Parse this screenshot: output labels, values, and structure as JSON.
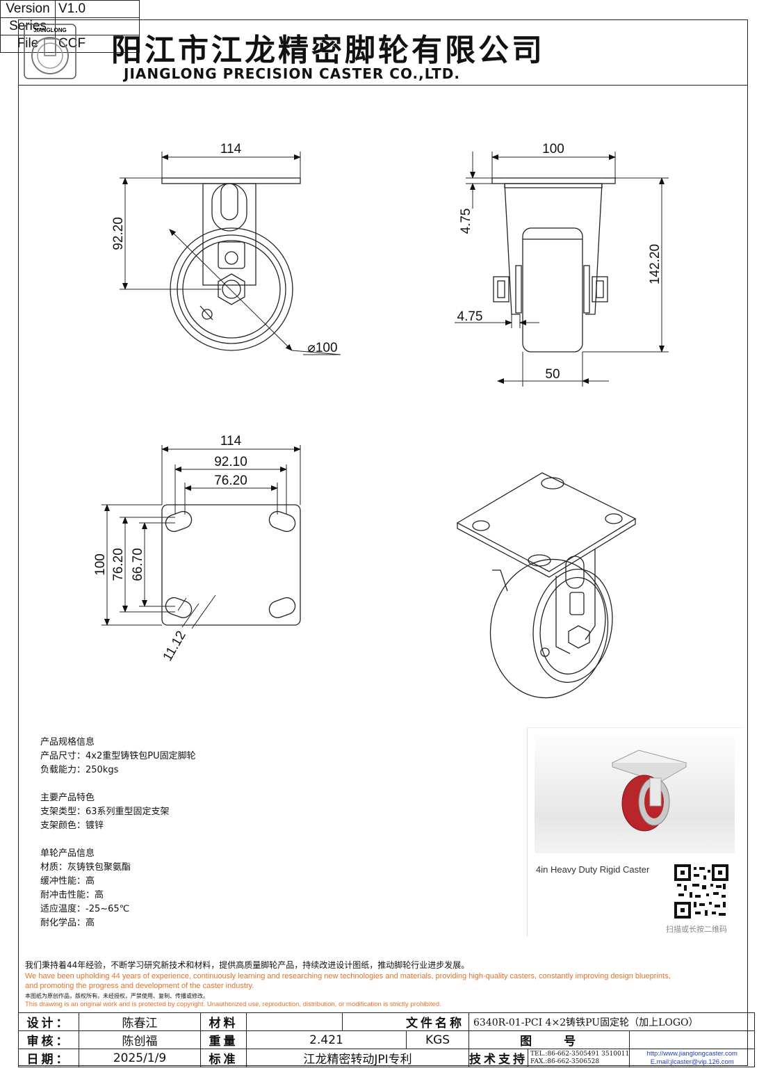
{
  "header": {
    "logo_text": "JIANGLONG",
    "title_cn": "阳江市江龙精密脚轮有限公司",
    "title_en": "JIANGLONG PRECISION CASTER CO.,LTD.",
    "version_label": "Version",
    "version_value": "V1.0",
    "series_label": "Series",
    "series_value": "",
    "file_label": "File",
    "file_value": "CCF"
  },
  "dimensions": {
    "front_width": "114",
    "front_height": "92.20",
    "front_diameter": "⌀100",
    "side_width": "100",
    "side_offset_top": "4.75",
    "side_height": "142.20",
    "side_offset_axle": "4.75",
    "side_wheel_width": "50",
    "plate_width": "114",
    "plate_hole_outer": "92.10",
    "plate_hole_inner": "76.20",
    "plate_height": "100",
    "plate_hole_v_outer": "76.20",
    "plate_hole_v_inner": "66.70",
    "slot_width": "11.12"
  },
  "specs": {
    "group1_title": "产品规格信息",
    "size": "产品尺寸：4x2重型铸铁包PU固定脚轮",
    "load": "负载能力：250kgs",
    "group2_title": "主要产品特色",
    "bracket_type": "支架类型：63系列重型固定支架",
    "bracket_color": "支架颜色：镀锌",
    "group3_title": "单轮产品信息",
    "material": "材质：灰铸铁包聚氨酯",
    "cushion": "缓冲性能：高",
    "impact": "耐冲击性能：高",
    "temperature": "适应温度：-25~65℃",
    "chemical": "耐化学品：高"
  },
  "photo": {
    "caption": "4in Heavy Duty Rigid Caster",
    "qr_caption": "扫描或长按二维码",
    "wheel_color": "#b8262c"
  },
  "statement": {
    "line1_cn": "我们秉持着44年经验，不断学习研究新技术和材料，提供高质量脚轮产品，持续改进设计图纸，推动脚轮行业进步发展。",
    "line2_en": "We have been upholding 44 years of experience, continuously learning and researching new technologies and materials, providing high-quality casters, constantly improving design blueprints,",
    "line3_en": "and promoting the progress and development of the caster industry.",
    "line4_cn": "本图纸为原创作品，版权所有。未经授权，严禁使用、复制、传播或修改。",
    "line5_en": "This drawing is an original work and is protected by copyright. Unauthorized use, reproduction, distribution, or modification is strictly prohibited."
  },
  "title_block": {
    "design_label": "设计：",
    "design_value": "陈春江",
    "material_label": "材料",
    "material_value": "",
    "filename_label": "文件名称",
    "filename_value": "6340R-01-PCI 4×2铸铁PU固定轮（加上LOGO）",
    "review_label": "审核：",
    "review_value": "陈创福",
    "weight_label": "重量",
    "weight_value": "2.421",
    "weight_unit": "KGS",
    "drawing_no_label": "图　　号",
    "drawing_no_value": "",
    "date_label": "日期：",
    "date_value": "2025/1/9",
    "standard_label": "标准",
    "standard_value": "江龙精密转动JPI专利",
    "support_label": "技术支持",
    "tel": "TEL.:86-662-3505491 3510011",
    "fax": "FAX.:86-662-3506528",
    "web": "http://www.jianglongcaster.com",
    "email": "E.mail:jlcaster@vip.126.com"
  }
}
